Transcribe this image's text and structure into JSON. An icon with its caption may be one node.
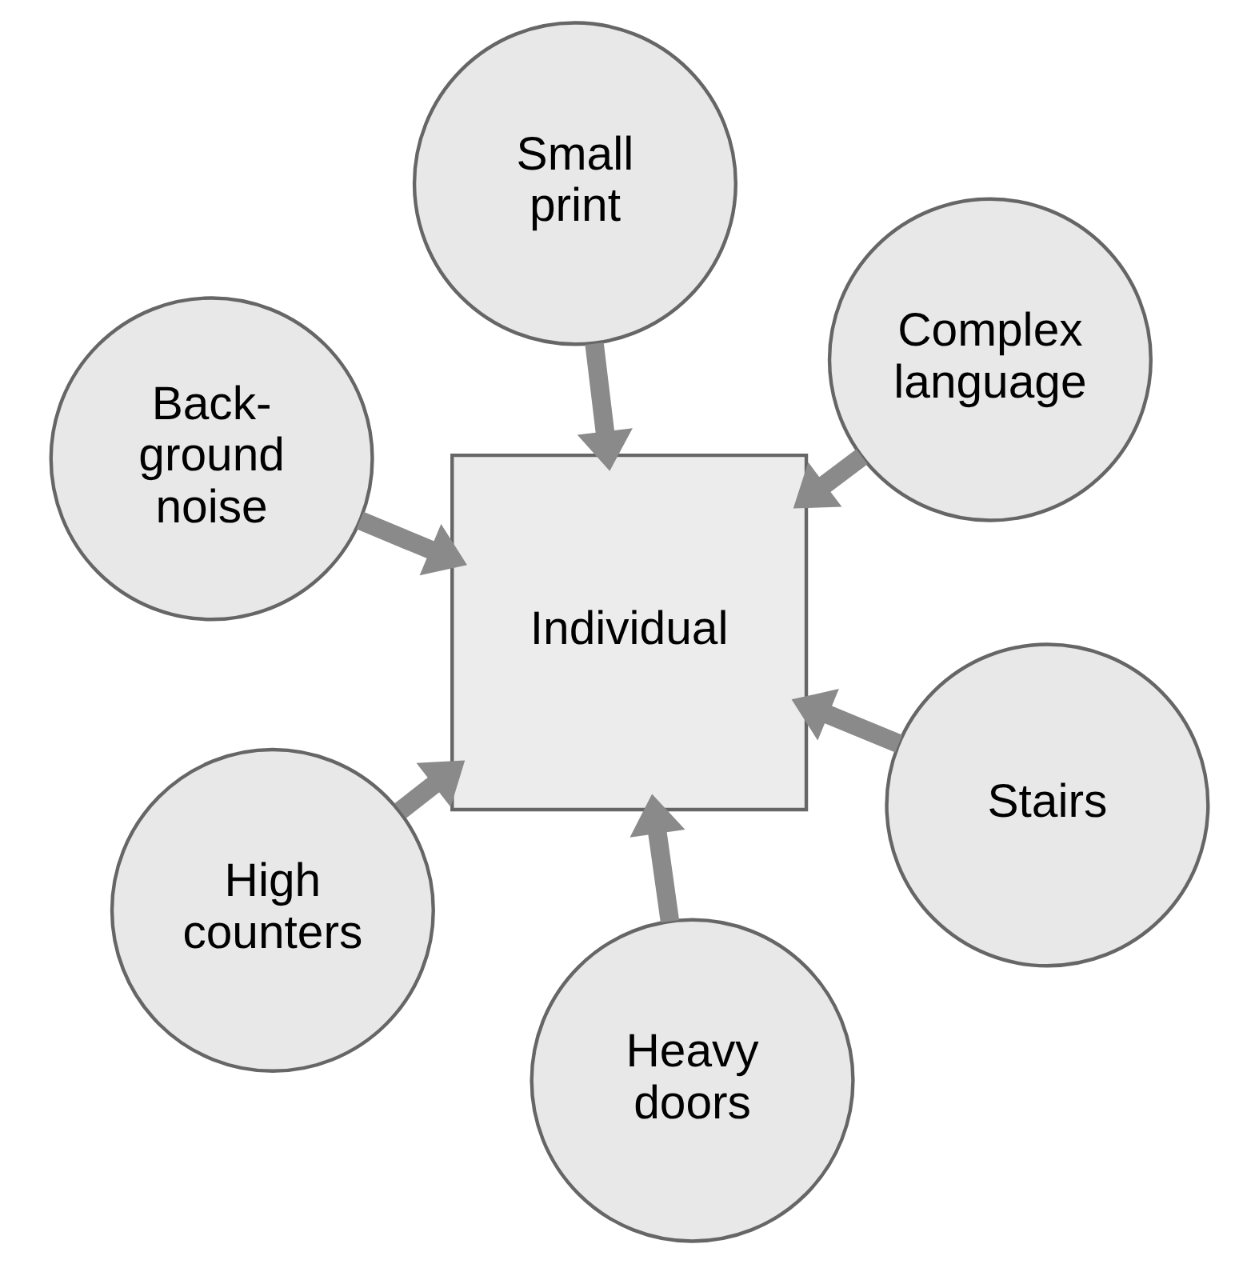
{
  "diagram": {
    "nodes": [
      {
        "text": [
          "Back- ground noise"
        ]
      },
      {
        "text": [
          "Stairs"
        ]
      },
      {
        "text": [
          "Heavy doors"
        ]
      },
      {
        "text": [
          "Individual"
        ]
      },
      {
        "text": [
          "Complex language"
        ]
      },
      {
        "text": [
          "Small print"
        ]
      },
      {
        "text": [
          "High counters"
        ]
      }
    ],
    "edges": [
      {
        "from": 0,
        "to": 3,
        "arrow": "to"
      },
      {
        "from": 1,
        "to": 3,
        "arrow": "to"
      },
      {
        "from": 2,
        "to": 3,
        "arrow": "to"
      },
      {
        "from": 4,
        "to": 3,
        "arrow": "to"
      },
      {
        "from": 5,
        "to": 3,
        "arrow": "to"
      },
      {
        "from": 6,
        "to": 3,
        "arrow": "to"
      }
    ]
  }
}
